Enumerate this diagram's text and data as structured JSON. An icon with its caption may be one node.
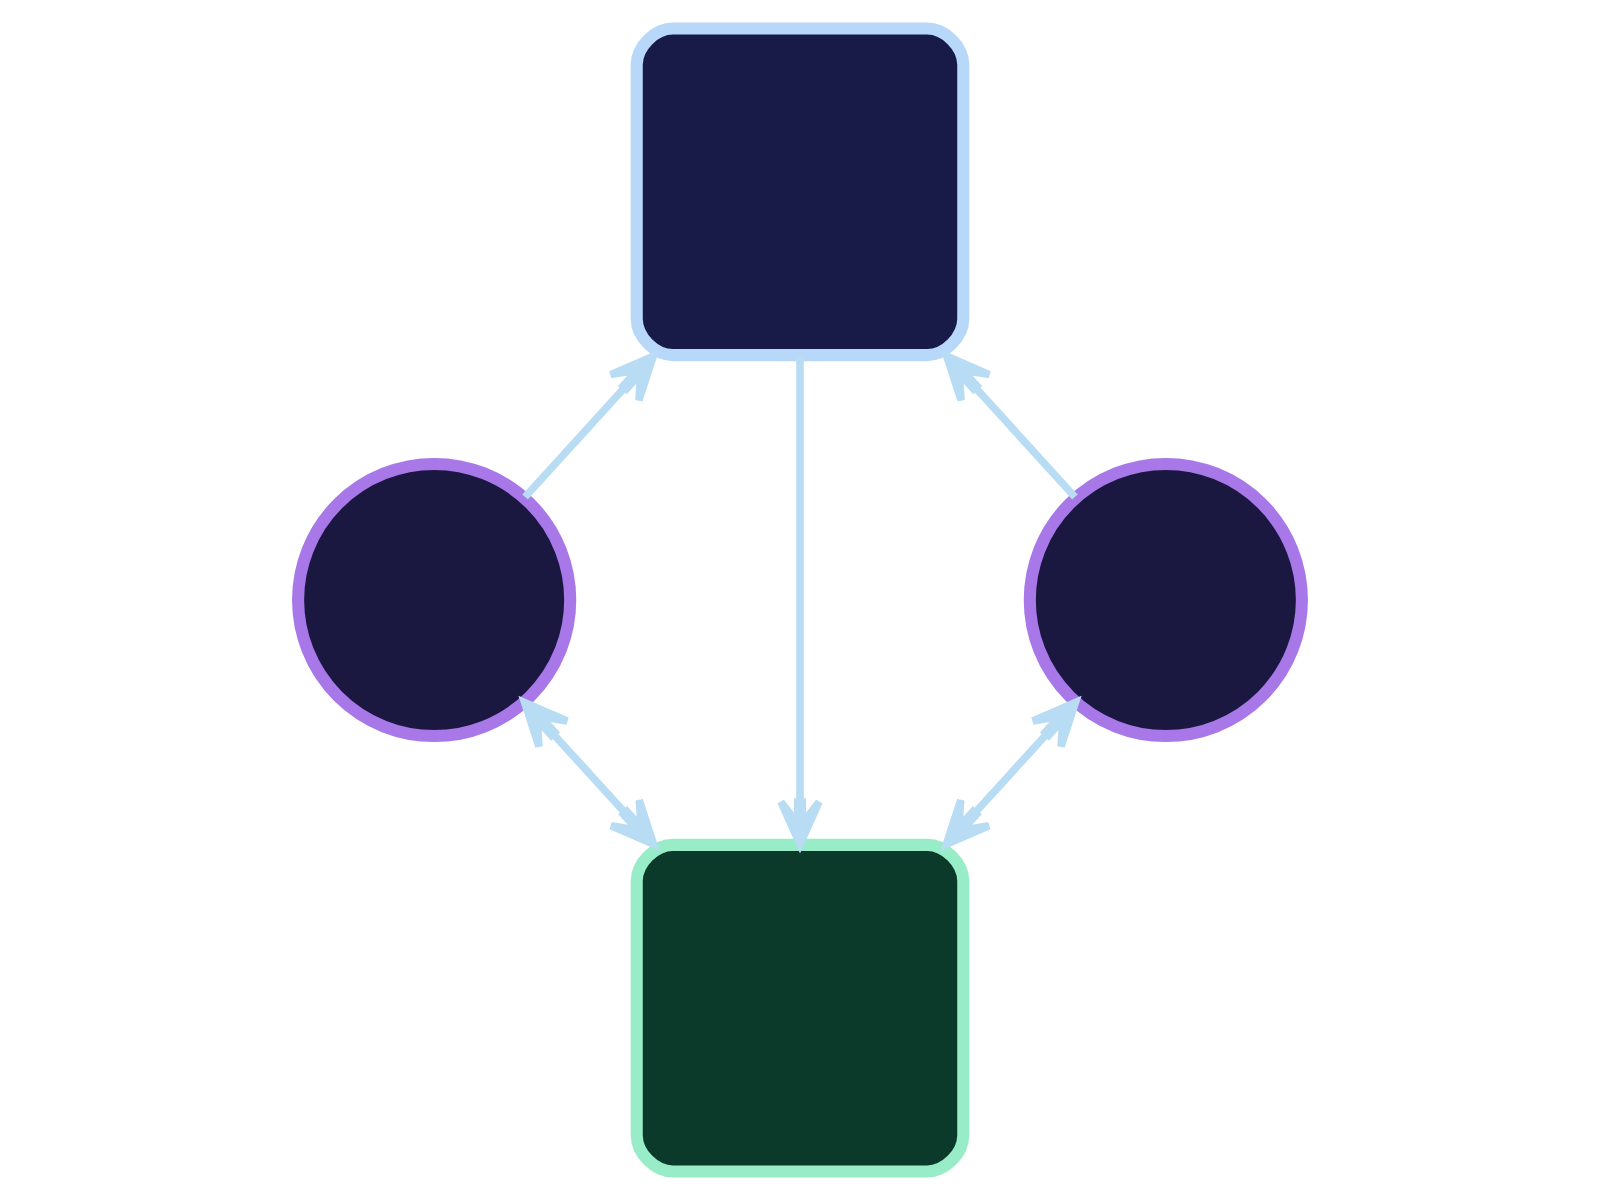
{
  "diagram": {
    "nodes": [
      {
        "text": [],
        "shape": "box"
      },
      {
        "text": [],
        "shape": "circle"
      },
      {
        "text": [],
        "shape": "circle"
      },
      {
        "text": [],
        "shape": "box"
      }
    ],
    "edges": [
      {
        "from": 1,
        "to": 0,
        "arrow": "to"
      },
      {
        "from": 2,
        "to": 0,
        "arrow": "to"
      },
      {
        "from": 0,
        "to": 3,
        "arrow": "to"
      },
      {
        "from": 1,
        "to": 3,
        "arrow": "both"
      },
      {
        "from": 2,
        "to": 3,
        "arrow": "both"
      }
    ]
  }
}
